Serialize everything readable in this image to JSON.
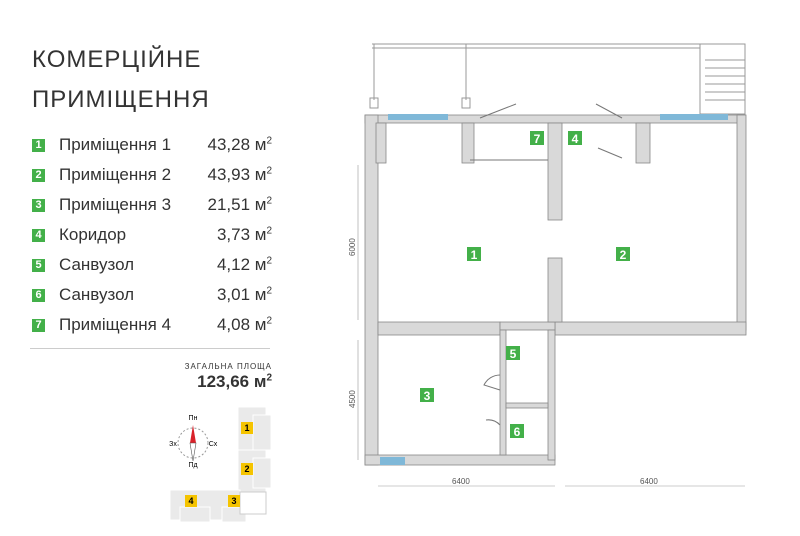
{
  "title_lines": [
    "КОМЕРЦІЙНЕ",
    "ПРИМІЩЕННЯ"
  ],
  "rooms": [
    {
      "n": "1",
      "name": "Приміщення 1",
      "area": "43,28 м",
      "unit_sup": "2"
    },
    {
      "n": "2",
      "name": "Приміщення 2",
      "area": "43,93 м",
      "unit_sup": "2"
    },
    {
      "n": "3",
      "name": "Приміщення 3",
      "area": "21,51 м",
      "unit_sup": "2"
    },
    {
      "n": "4",
      "name": "Коридор",
      "area": "3,73 м",
      "unit_sup": "2"
    },
    {
      "n": "5",
      "name": "Санвузол",
      "area": "4,12 м",
      "unit_sup": "2"
    },
    {
      "n": "6",
      "name": "Санвузол",
      "area": "3,01 м",
      "unit_sup": "2"
    },
    {
      "n": "7",
      "name": "Приміщення 4",
      "area": "4,08 м",
      "unit_sup": "2"
    }
  ],
  "total": {
    "label": "ЗАГАЛЬНА ПЛОЩА",
    "value": "123,66 м",
    "sup": "2"
  },
  "compass": {
    "n": "Пн",
    "s": "Пд",
    "w": "Зх",
    "e": "Сх"
  },
  "mini_sections": [
    "1",
    "2",
    "3",
    "4"
  ],
  "dimensions": {
    "left_top": "6000",
    "left_bottom": "4500",
    "bottom_left": "6400",
    "bottom_right": "6400"
  },
  "colors": {
    "green": "#43b049",
    "yellow": "#f5c400",
    "wall": "#d9d9d9",
    "window": "#7fb8d8"
  }
}
